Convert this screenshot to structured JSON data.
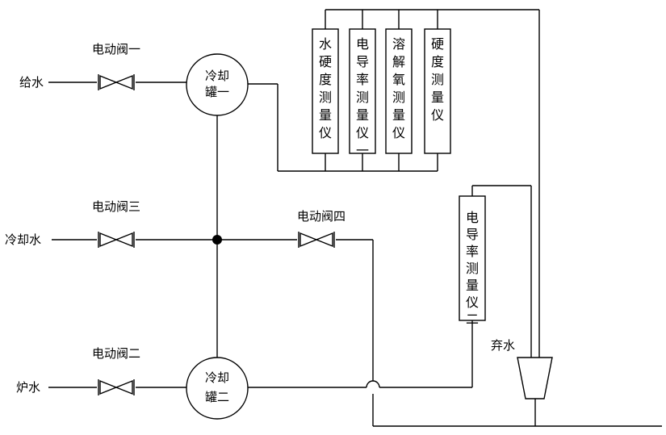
{
  "inputs": {
    "feed_water": "给水",
    "cooling_water": "冷却水",
    "boiler_water": "炉水"
  },
  "valves": {
    "valve1": "电动阀一",
    "valve2": "电动阀二",
    "valve3": "电动阀三",
    "valve4": "电动阀四"
  },
  "tanks": {
    "tank1": [
      "冷却",
      "罐一"
    ],
    "tank2": [
      "冷却",
      "罐二"
    ]
  },
  "instruments": {
    "water_hardness": "水硬度测量仪",
    "conductivity_1": "电导率测量仪一",
    "dissolved_oxygen": "溶解氧测量仪",
    "hardness": "硬度测量仪",
    "conductivity_2": "电导率测量仪二"
  },
  "drain": {
    "label": "弃水"
  }
}
